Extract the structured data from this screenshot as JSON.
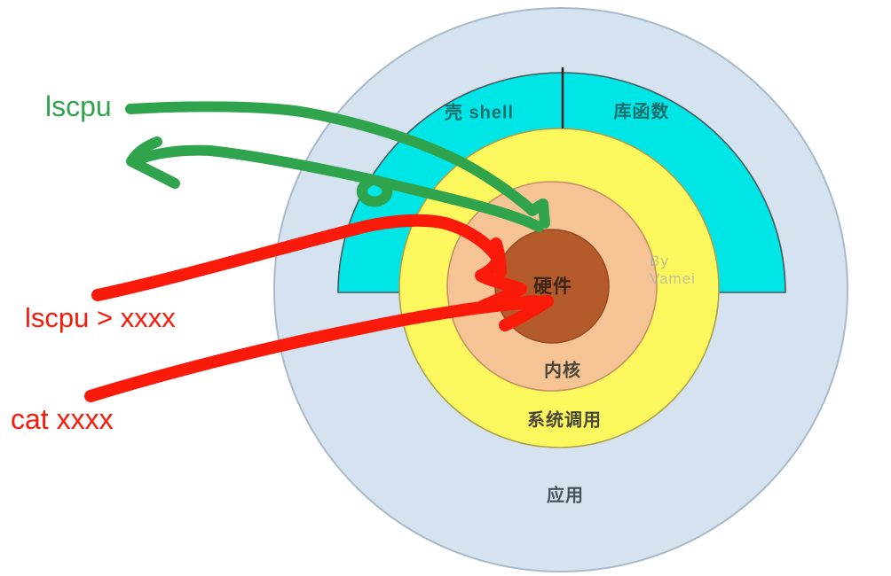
{
  "diagram": {
    "arc_labels": {
      "shell": "壳 shell",
      "library": "库函数"
    },
    "ring_labels": {
      "hardware": "硬件",
      "kernel": "内核",
      "syscall": "系统调用",
      "application": "应用"
    },
    "watermark": {
      "line1": "By",
      "line2": "Vamei"
    },
    "colors": {
      "application_ring": "#d4e3ef",
      "shell_library_arc": "#00e5e6",
      "syscall_ring": "#fbf75d",
      "kernel_ring": "#f6c494",
      "hardware_core": "#b55b2b"
    }
  },
  "annotations": {
    "green_command": {
      "label": "lscpu",
      "color": "#2fa44c"
    },
    "red_redirect_command": {
      "label": "lscpu > xxxx",
      "color": "#fa1a0a"
    },
    "red_cat_command": {
      "label": "cat xxxx",
      "color": "#fa1a0a"
    }
  }
}
